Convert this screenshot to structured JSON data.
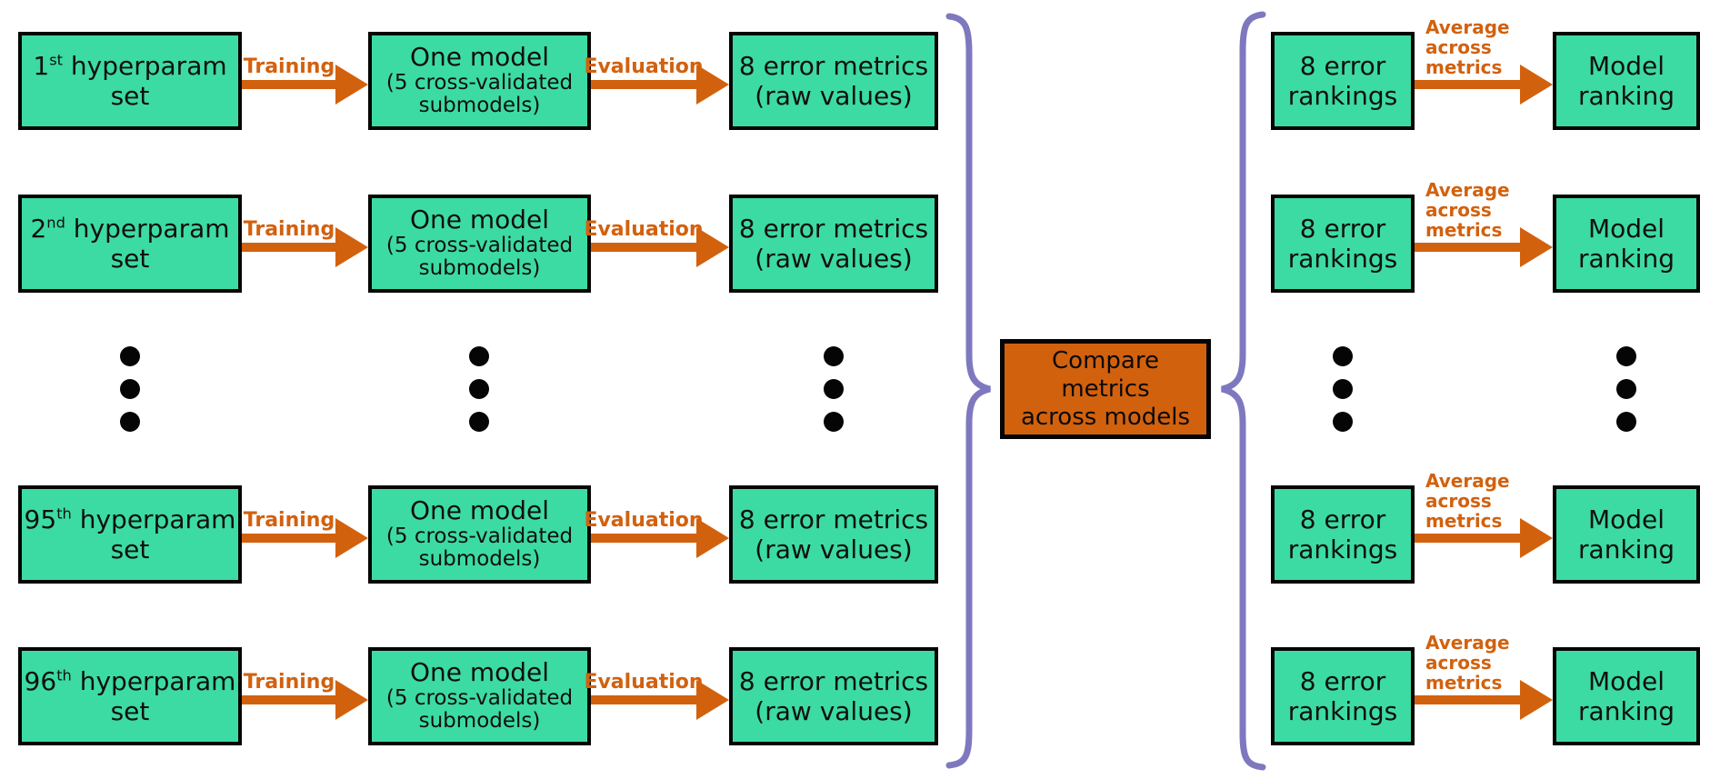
{
  "diagram": {
    "left_rows": [
      {
        "ordinal": "1",
        "suffix": "st"
      },
      {
        "ordinal": "2",
        "suffix": "nd"
      },
      {
        "ordinal": "95",
        "suffix": "th"
      },
      {
        "ordinal": "96",
        "suffix": "th"
      }
    ],
    "labels": {
      "hyperparam": " hyperparam",
      "set": "set",
      "training": "Training",
      "evaluation": "Evaluation"
    },
    "model_box": {
      "line1": "One model",
      "line2": "(5 cross-validated",
      "line3": "submodels)"
    },
    "metrics_box": {
      "line1": "8 error metrics",
      "line2": "(raw values)"
    },
    "compare_box": {
      "line1": "Compare",
      "line2": "metrics",
      "line3": "across models"
    },
    "rankings_box": {
      "line1": "8 error",
      "line2": "rankings"
    },
    "average_label": {
      "line1": "Average",
      "line2": "across",
      "line3": "metrics"
    },
    "ranking_box": {
      "line1": "Model",
      "line2": "ranking"
    },
    "colors": {
      "box_fill": "#3CDBA3",
      "arrow_orange": "#D2610E",
      "compare_fill": "#D2610E",
      "brace_purple": "#7E79BE",
      "border_black": "#050505",
      "background": "#FFFFFF"
    }
  }
}
